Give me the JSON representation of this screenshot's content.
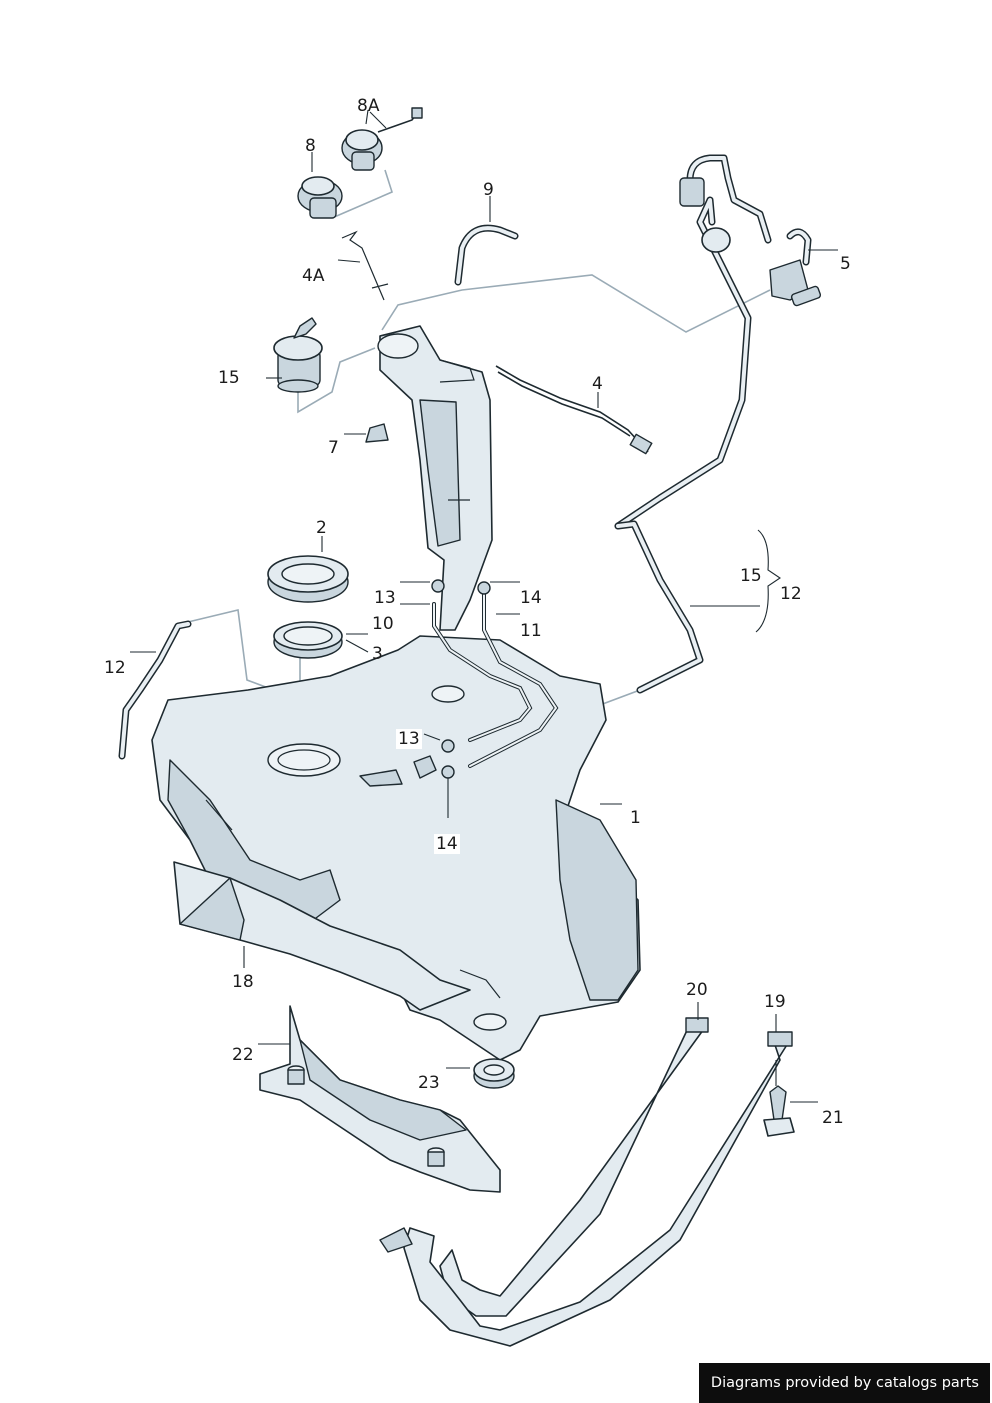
{
  "diagram": {
    "callouts": [
      {
        "id": "c1",
        "text": "1"
      },
      {
        "id": "c2",
        "text": "2"
      },
      {
        "id": "c3",
        "text": "3"
      },
      {
        "id": "c4",
        "text": "4"
      },
      {
        "id": "c4a",
        "text": "4A"
      },
      {
        "id": "c5",
        "text": "5"
      },
      {
        "id": "c7",
        "text": "7"
      },
      {
        "id": "c8",
        "text": "8"
      },
      {
        "id": "c8a",
        "text": "8A"
      },
      {
        "id": "c9",
        "text": "9"
      },
      {
        "id": "c10",
        "text": "10"
      },
      {
        "id": "c11",
        "text": "11"
      },
      {
        "id": "c12a",
        "text": "12"
      },
      {
        "id": "c12b",
        "text": "12"
      },
      {
        "id": "c13a",
        "text": "13"
      },
      {
        "id": "c13b",
        "text": "13"
      },
      {
        "id": "c14a",
        "text": "14"
      },
      {
        "id": "c14b",
        "text": "14"
      },
      {
        "id": "c15a",
        "text": "15"
      },
      {
        "id": "c15b",
        "text": "15"
      },
      {
        "id": "c18",
        "text": "18"
      },
      {
        "id": "c19",
        "text": "19"
      },
      {
        "id": "c20",
        "text": "20"
      },
      {
        "id": "c21",
        "text": "21"
      },
      {
        "id": "c22",
        "text": "22"
      },
      {
        "id": "c23",
        "text": "23"
      }
    ]
  },
  "footer": {
    "credit": "Diagrams provided by catalogs parts"
  }
}
